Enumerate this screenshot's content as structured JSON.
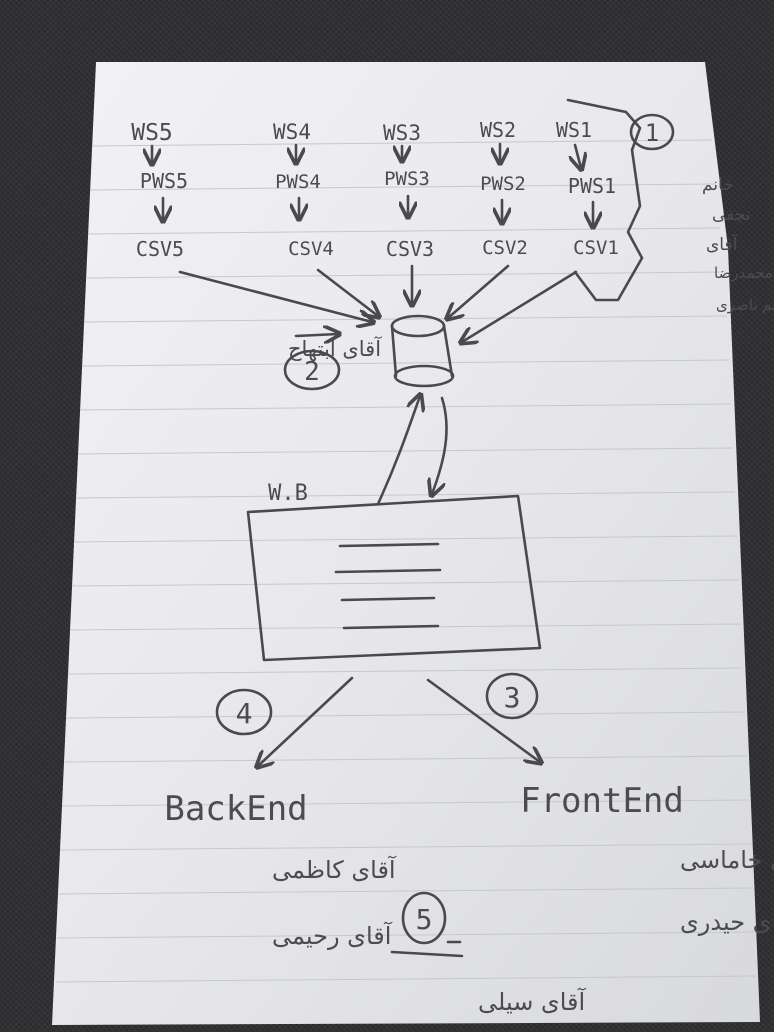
{
  "sources": [
    {
      "ws": "WS5",
      "pws": "PWS5",
      "csv": "CSV5"
    },
    {
      "ws": "WS4",
      "pws": "PWS4",
      "csv": "CSV4"
    },
    {
      "ws": "WS3",
      "pws": "PWS3",
      "csv": "CSV3"
    },
    {
      "ws": "WS2",
      "pws": "PWS2",
      "csv": "CSV2"
    },
    {
      "ws": "WS1",
      "pws": "PWS1",
      "csv": "CSV1"
    }
  ],
  "step_numbers": [
    "1",
    "2",
    "3",
    "4",
    "5"
  ],
  "group1_names": [
    "خانم",
    "نجفی",
    "آقای",
    "محمدرضا",
    "خانم ناصری"
  ],
  "group2_name": "آقای ابتهاج",
  "web_box_label": "W.B",
  "backend": {
    "title": "BackEnd",
    "names": [
      "آقای کاظمی",
      "آقای رحیمی"
    ]
  },
  "frontend": {
    "title": "FrontEnd",
    "names": [
      "آقای خاماسی",
      "آقای حیدری"
    ]
  },
  "group5_name": "آقای سیلی"
}
